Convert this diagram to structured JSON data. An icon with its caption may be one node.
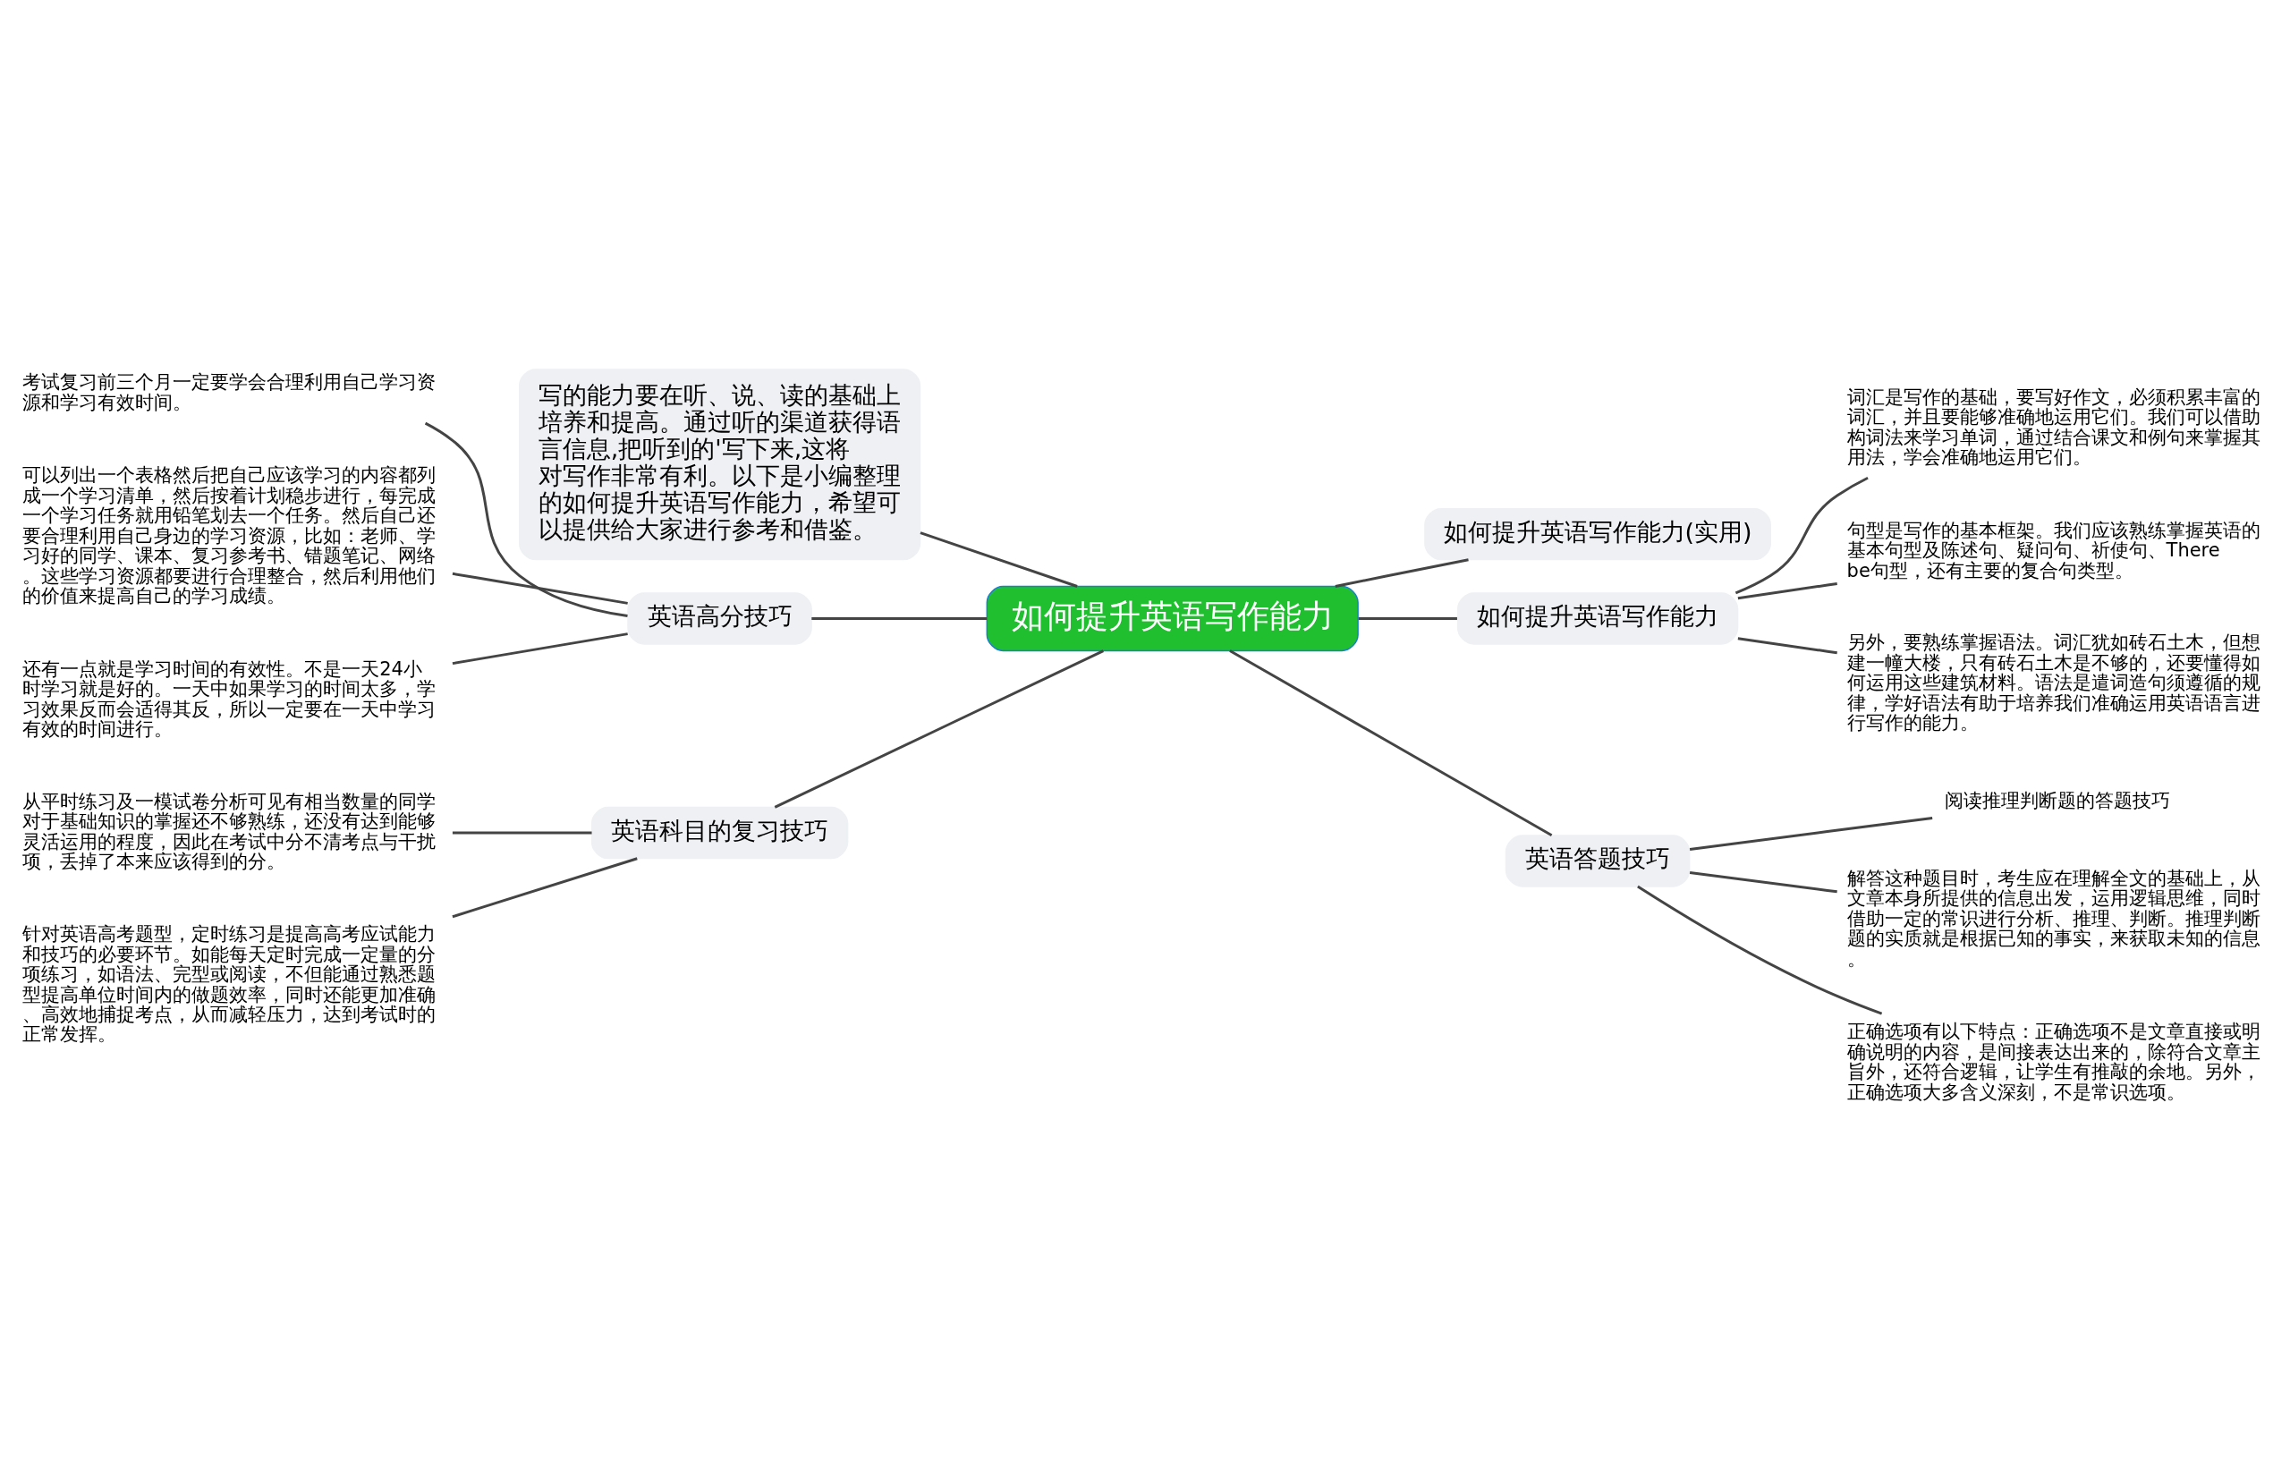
{
  "diagram": {
    "nodes": [
      {
        "text": [
          "如何提升英语写作能力"
        ]
      },
      {
        "text": [
          "写的能力要在听、说、读的基础上培养和提高。通过听的渠道获得语言信息,把听到的'写下来,这将对写作非常有利。以下是小编整理的如何提升英语写作能力，希望可以提供给大家进行参考和借鉴。"
        ]
      },
      {
        "text": [
          "英语高分技巧"
        ]
      },
      {
        "text": [
          "考试复习前三个月一定要学会合理利用自己学习资源和学习有效时间。"
        ]
      },
      {
        "text": [
          "可以列出一个表格然后把自己应该学习的内容都列成一个学习清单，然后按着计划稳步进行，每完成一个学习任务就用铅笔划去一个任务。然后自己还要合理利用自己身边的学习资源，比如：老师、学习好的同学、课本、复习参考书、错题笔记、网络。这些学习资源都要进行合理整合，然后利用他们的价值来提高自己的学习成绩。"
        ]
      },
      {
        "text": [
          "还有一点就是学习时间的有效性。不是一天24小时学习就是好的。一天中如果学习的时间太多，学习效果反而会适得其反，所以一定要在一天中学习有效的时间进行。"
        ]
      },
      {
        "text": [
          "英语科目的复习技巧"
        ]
      },
      {
        "text": [
          "从平时练习及一模试卷分析可见有相当数量的同学对于基础知识的掌握还不够熟练，还没有达到能够灵活运用的程度，因此在考试中分不清考点与干扰项，丢掉了本来应该得到的分。"
        ]
      },
      {
        "text": [
          "针对英语高考题型，定时练习是提高高考应试能力和技巧的必要环节。如能每天定时完成一定量的分项练习，如语法、完型或阅读，不但能通过熟悉题型提高单位时间内的做题效率，同时还能更加准确、高效地捕捉考点，从而减轻压力，达到考试时的正常发挥。"
        ]
      },
      {
        "text": [
          "如何提升英语写作能力(实用)"
        ]
      },
      {
        "text": [
          "如何提升英语写作能力"
        ]
      },
      {
        "text": [
          "词汇是写作的基础，要写好作文，必须积累丰富的词汇，并且要能够准确地运用它们。我们可以借助构词法来学习单词，通过结合课文和例句来掌握其用法，学会准确地运用它们。"
        ]
      },
      {
        "text": [
          "句型是写作的基本框架。我们应该熟练掌握英语的基本句型及陈述句、疑问句、祈使句、There be句型，还有主要的复合句类型。"
        ]
      },
      {
        "text": [
          "另外，要熟练掌握语法。词汇犹如砖石土木，但想建一幢大楼，只有砖石土木是不够的，还要懂得如何运用这些建筑材料。语法是遣词造句须遵循的规律，学好语法有助于培养我们准确运用英语语言进行写作的能力。"
        ]
      },
      {
        "text": [
          "英语答题技巧"
        ]
      },
      {
        "text": [
          "阅读推理判断题的答题技巧"
        ]
      },
      {
        "text": [
          "解答这种题目时，考生应在理解全文的基础上，从文章本身所提供的信息出发，运用逻辑思维，同时借助一定的常识进行分析、推理、判断。推理判断题的实质就是根据已知的事实，来获取未知的信息。"
        ]
      },
      {
        "text": [
          "正确选项有以下特点：正确选项不是文章直接或明确说明的内容，是间接表达出来的，除符合文章主旨外，还符合逻辑，让学生有推敲的余地。另外，正确选项大多含义深刻，不是常识选项。"
        ]
      }
    ],
    "edges": [
      {
        "from": 0,
        "to": 1,
        "arrow": "none"
      },
      {
        "from": 0,
        "to": 2,
        "arrow": "none"
      },
      {
        "from": 2,
        "to": 3,
        "arrow": "none"
      },
      {
        "from": 2,
        "to": 4,
        "arrow": "none"
      },
      {
        "from": 2,
        "to": 5,
        "arrow": "none"
      },
      {
        "from": 0,
        "to": 6,
        "arrow": "none"
      },
      {
        "from": 6,
        "to": 7,
        "arrow": "none"
      },
      {
        "from": 6,
        "to": 8,
        "arrow": "none"
      },
      {
        "from": 0,
        "to": 9,
        "arrow": "none"
      },
      {
        "from": 0,
        "to": 10,
        "arrow": "none"
      },
      {
        "from": 10,
        "to": 11,
        "arrow": "none"
      },
      {
        "from": 10,
        "to": 12,
        "arrow": "none"
      },
      {
        "from": 10,
        "to": 13,
        "arrow": "none"
      },
      {
        "from": 0,
        "to": 14,
        "arrow": "none"
      },
      {
        "from": 14,
        "to": 15,
        "arrow": "none"
      },
      {
        "from": 14,
        "to": 16,
        "arrow": "none"
      },
      {
        "from": 14,
        "to": 17,
        "arrow": "none"
      }
    ]
  }
}
